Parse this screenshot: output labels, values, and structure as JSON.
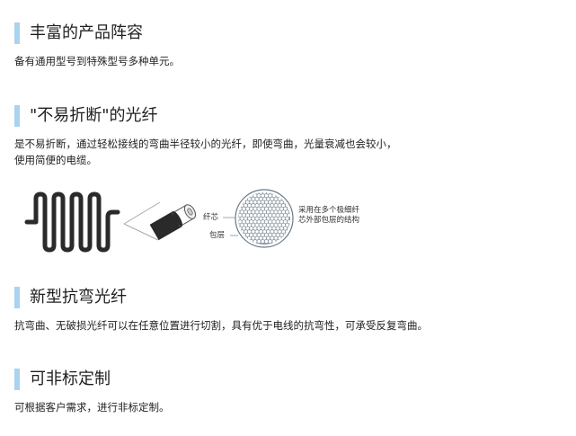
{
  "sections": [
    {
      "title": "丰富的产品阵容",
      "description_lines": [
        "备有通用型号到特殊型号多种单元。"
      ]
    },
    {
      "title": "\"不易折断\"的光纤",
      "description_lines": [
        "是不易折断，通过轻松接线的弯曲半径较小的光纤，即使弯曲，光量衰减也会较小，",
        "使用简便的电缆。"
      ],
      "figure": {
        "core_label": "纤芯",
        "cladding_label": "包层",
        "note_line1": "采用在多个极细纤",
        "note_line2": "芯外部包层的结构"
      }
    },
    {
      "title": "新型抗弯光纤",
      "description_lines": [
        "抗弯曲、无破损光纤可以在任意位置进行切割，具有优于电线的抗弯性，可承受反复弯曲。"
      ]
    },
    {
      "title": "可非标定制",
      "description_lines": [
        "可根据客户需求，进行非标定制。"
      ]
    }
  ],
  "colors": {
    "accent_bar": "#a9d3ee",
    "cable": "#2a2a2a",
    "figure_line": "#7f8c99"
  }
}
